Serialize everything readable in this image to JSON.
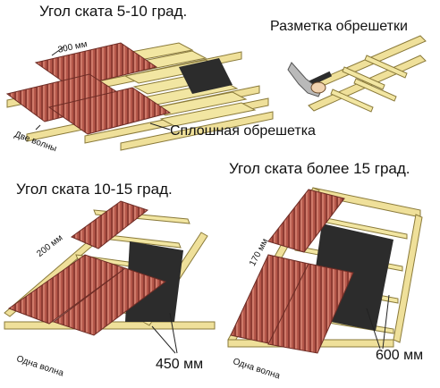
{
  "colors": {
    "sheet": "#b5574a",
    "sheet_dark": "#8e3c33",
    "sheet_light": "#cf7a6a",
    "batten": "#f2e6a2",
    "batten_edge": "#8a7a3a",
    "rafter": "#efe09a",
    "membrane": "#2c2c2c",
    "hand": "#b9b9b9"
  },
  "icons": {
    "marking": "hand-icon"
  },
  "panels": {
    "p1": {
      "title": "Угол ската 5-10 град.",
      "dim_overlap": "300 мм",
      "dim_side": "Две волны",
      "callout": "Сплошная обрешетка"
    },
    "p2": {
      "title": "Разметка обрешетки"
    },
    "p3": {
      "title": "Угол ската 10-15 град.",
      "dim_overlap": "200 мм",
      "dim_side": "Одна волна",
      "dim_spacing": "450 мм"
    },
    "p4": {
      "title": "Угол ската более 15 град.",
      "dim_overlap": "170 мм",
      "dim_side": "Одна волна",
      "dim_spacing": "600 мм"
    }
  }
}
